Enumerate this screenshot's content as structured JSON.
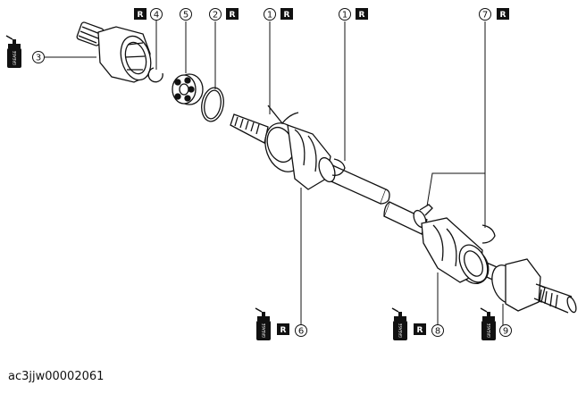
{
  "figure_id": "ac3jjw00002061",
  "labels": {
    "n1a": "1",
    "n1b": "1",
    "n2": "2",
    "n3": "3",
    "n4": "4",
    "n5": "5",
    "n6": "6",
    "n7": "7",
    "n8": "8",
    "n9": "9"
  },
  "replace_badge": "R",
  "grease_can_text": "GREASE",
  "colors": {
    "line": "#111111",
    "badge": "#111111",
    "paper": "#ffffff"
  }
}
